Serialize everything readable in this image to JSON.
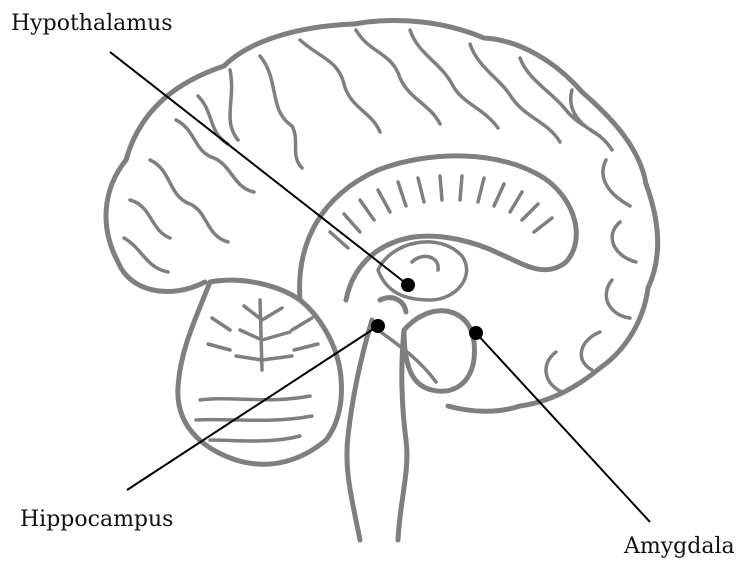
{
  "labels": {
    "hypothalamus": "Hypothalamus",
    "hippocampus": "Hippocampus",
    "amygdala": "Amygdala"
  },
  "colors": {
    "brain_outline": "#7f7f7f",
    "leader_line": "#000000",
    "text": "#111111"
  }
}
